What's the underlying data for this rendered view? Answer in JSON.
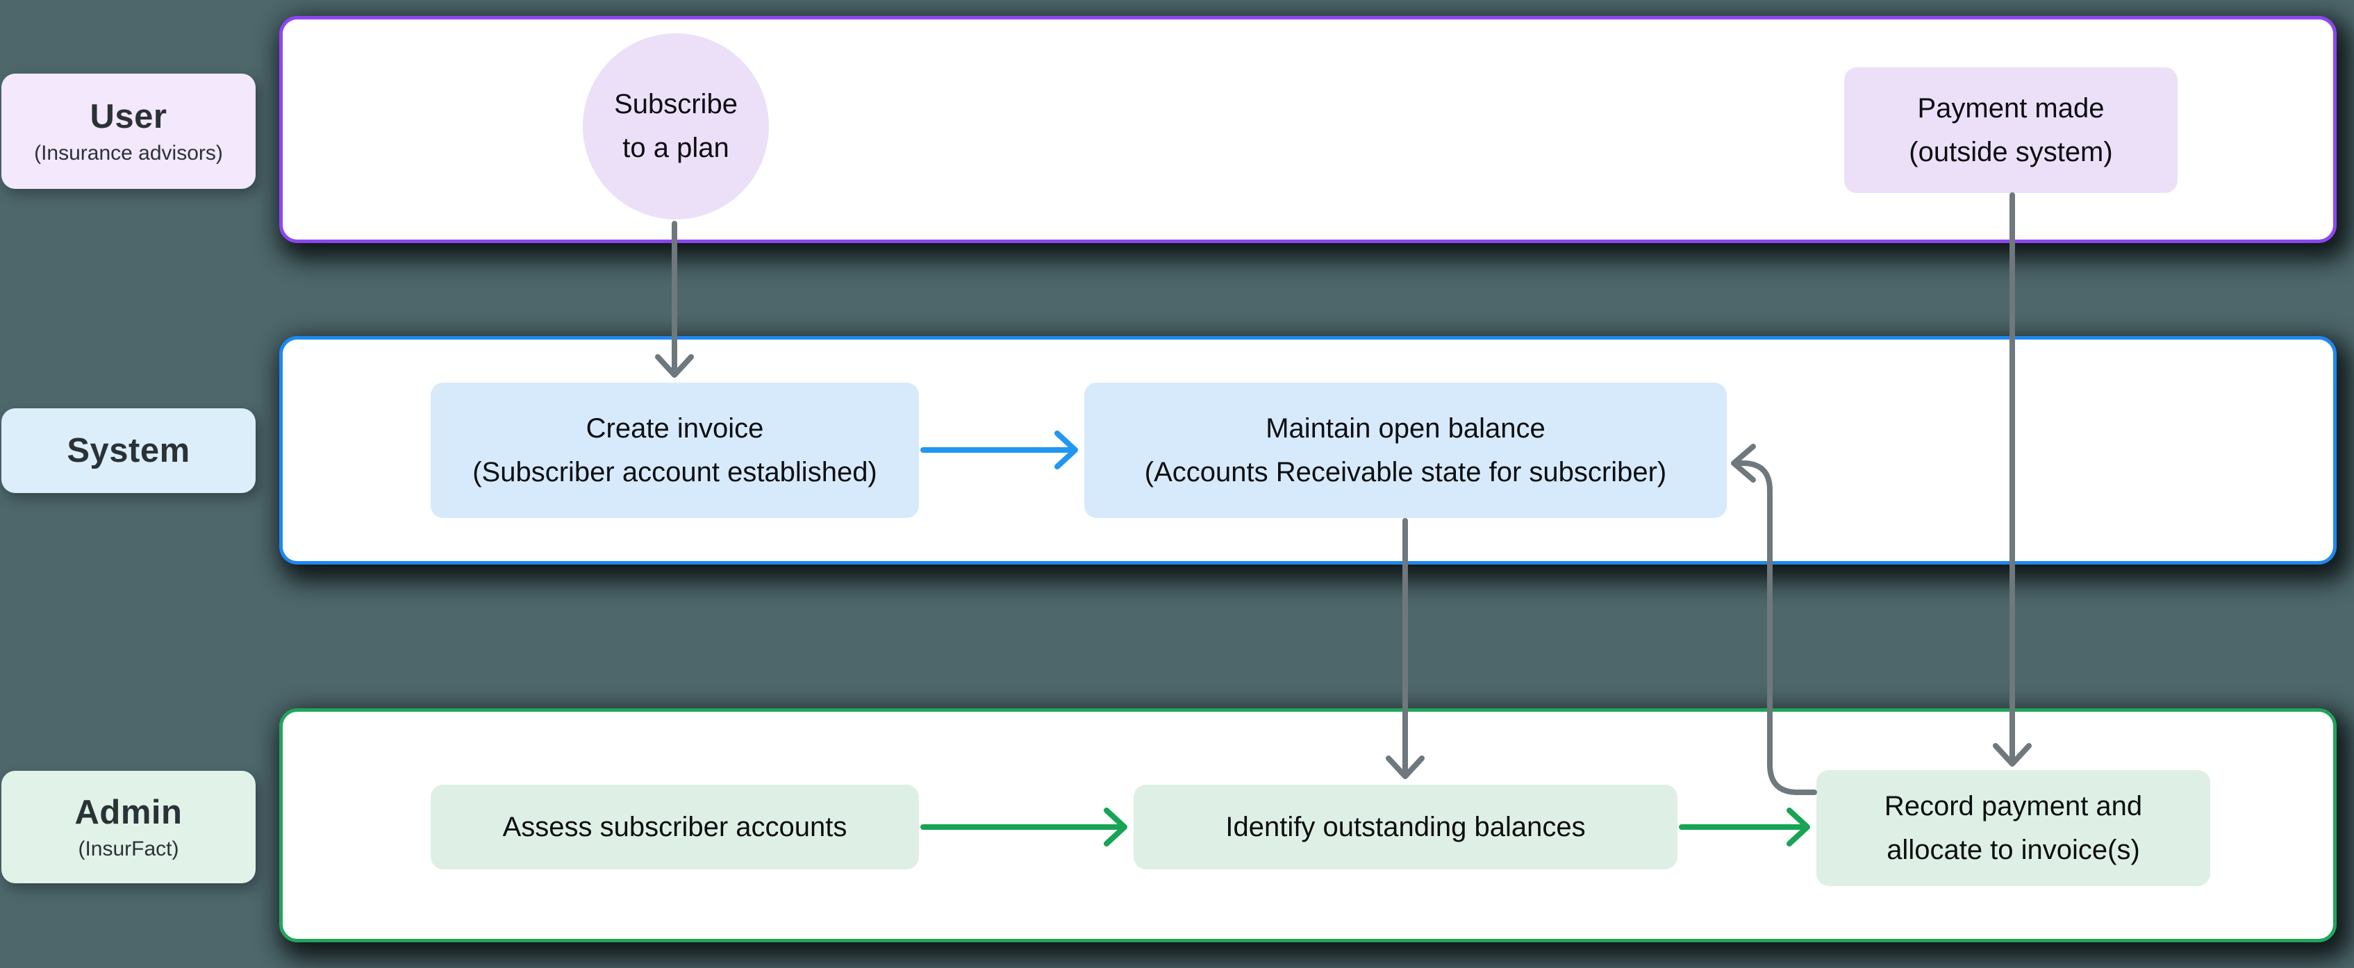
{
  "diagram": {
    "type": "swimlane-flowchart",
    "background_color": "#4d676b",
    "lane_fill": "#ffffff"
  },
  "lanes": {
    "user": {
      "title": "User",
      "subtitle": "(Insurance advisors)",
      "border_color": "#8d46f3",
      "label_bg": "#f3e8fc"
    },
    "system": {
      "title": "System",
      "border_color": "#1e88f2",
      "label_bg": "#ddeefb"
    },
    "admin": {
      "title": "Admin",
      "subtitle": "(InsurFact)",
      "border_color": "#22a45c",
      "label_bg": "#e1f2e8"
    }
  },
  "nodes": {
    "subscribe": {
      "label": "Subscribe\nto a plan",
      "shape": "circle",
      "lane": "user",
      "bg": "#ece0f8"
    },
    "payment": {
      "label": "Payment made\n(outside system)",
      "shape": "rect",
      "lane": "user",
      "bg": "#ece0f8"
    },
    "create": {
      "label": "Create invoice\n(Subscriber account established)",
      "shape": "rect",
      "lane": "system",
      "bg": "#d7eafb"
    },
    "maintain": {
      "label": "Maintain open balance\n(Accounts Receivable state for subscriber)",
      "shape": "rect",
      "lane": "system",
      "bg": "#d7eafb"
    },
    "assess": {
      "label": "Assess subscriber accounts",
      "shape": "rect",
      "lane": "admin",
      "bg": "#def0e5"
    },
    "identify": {
      "label": "Identify outstanding balances",
      "shape": "rect",
      "lane": "admin",
      "bg": "#def0e5"
    },
    "record": {
      "label": "Record payment and\nallocate to invoice(s)",
      "shape": "rect",
      "lane": "admin",
      "bg": "#def0e5"
    }
  },
  "edges": [
    {
      "from": "subscribe",
      "to": "create",
      "color": "#6e787d",
      "direction": "down"
    },
    {
      "from": "create",
      "to": "maintain",
      "color": "#2196f3",
      "direction": "right"
    },
    {
      "from": "maintain",
      "to": "identify",
      "color": "#6e787d",
      "direction": "down"
    },
    {
      "from": "payment",
      "to": "record",
      "color": "#6e787d",
      "direction": "down"
    },
    {
      "from": "assess",
      "to": "identify",
      "color": "#17a455",
      "direction": "right"
    },
    {
      "from": "identify",
      "to": "record",
      "color": "#17a455",
      "direction": "right"
    },
    {
      "from": "record",
      "to": "maintain",
      "color": "#6e787d",
      "direction": "up-left-feedback"
    }
  ]
}
